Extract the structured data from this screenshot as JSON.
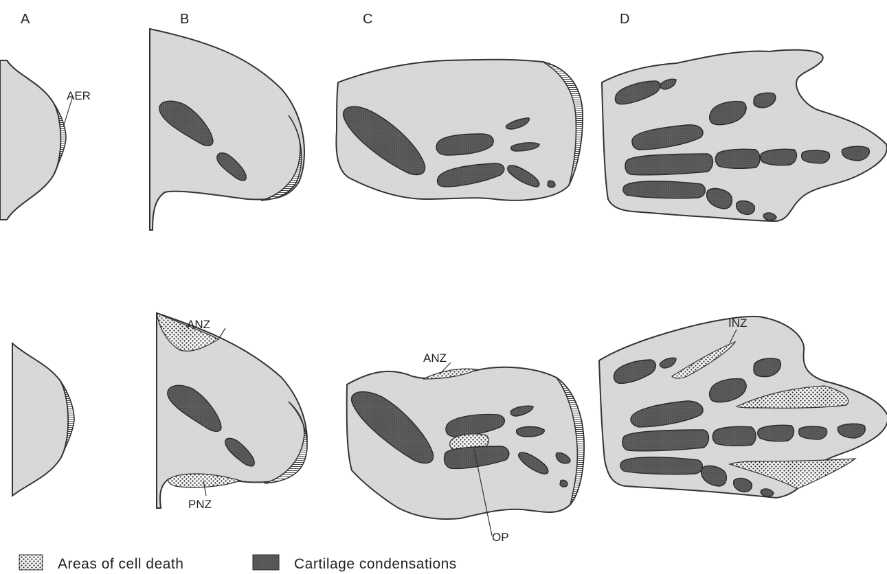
{
  "panels": [
    "A",
    "B",
    "C",
    "D"
  ],
  "labels": {
    "aer": "AER",
    "anz": "ANZ",
    "pnz": "PNZ",
    "op": "OP",
    "inz": "INZ"
  },
  "legend": {
    "cell_death": "Areas of cell death",
    "cartilage": "Cartilage condensations"
  },
  "colors": {
    "limb_fill": "#d9d9d9",
    "cartilage_fill": "#5a5a5a",
    "cell_death_fill": "#f2f2f2",
    "outline": "#333333"
  }
}
